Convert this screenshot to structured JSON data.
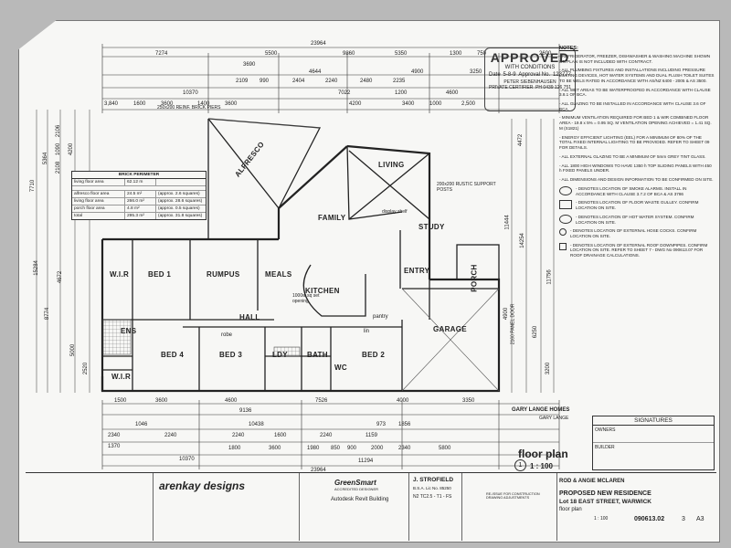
{
  "stamp": {
    "title": "APPROVED",
    "subtitle": "WITH CONDITIONS",
    "date_label": "Date",
    "date_value": "5-8-9",
    "approval_label": "Approval No.",
    "approval_value": "123777",
    "certifier_name": "PETER SIEBENHAUSEN",
    "certifier_role": "PRIVATE CERTIFIER",
    "certifier_no": "PH 0439 126 751"
  },
  "dimensions": {
    "overall_top": "23964",
    "overall_bottom": "23964",
    "top_row": [
      "7274",
      "5500",
      "9860",
      "5350",
      "1300",
      "750",
      "2600"
    ],
    "top_row2": [
      "3690",
      "4644",
      "4900",
      "3250"
    ],
    "top_row3": [
      "2109",
      "990",
      "2404",
      "2240",
      "2480",
      "2235"
    ],
    "top_row4": [
      "10370",
      "7022",
      "1200",
      "4600"
    ],
    "top_row5": [
      "3,840",
      "1600",
      "3600",
      "1400",
      "3600",
      "4200",
      "3400",
      "1000",
      "2,500"
    ],
    "left_col": [
      "7710",
      "5364",
      "2106",
      "1090",
      "2108",
      "4200"
    ],
    "left_col2": [
      "15284",
      "8774",
      "4672",
      "5000",
      "2520"
    ],
    "right_col": [
      "4472",
      "11444",
      "14254",
      "6250",
      "4900",
      "11756",
      "3200"
    ],
    "bottom_row": [
      "1500",
      "3600",
      "4600",
      "7526",
      "4000",
      "3350"
    ],
    "bottom_row2": [
      "9136",
      "10438",
      "973",
      "1856"
    ],
    "bottom_row3": [
      "2340",
      "1046",
      "2240",
      "1370",
      "2240",
      "1600",
      "2240",
      "1159"
    ],
    "bottom_row4": [
      "10370",
      "1800",
      "3600",
      "1980",
      "850",
      "900",
      "2000",
      "2340"
    ],
    "bottom_row5": [
      "11294",
      "5800"
    ]
  },
  "rooms": {
    "alfresco": "ALFRESCO",
    "living": "LIVING",
    "family": "FAMILY",
    "study": "STUDY",
    "entry": "ENTRY",
    "porch": "PORCH",
    "wir1": "W.I.R",
    "bed1": "BED 1",
    "rumpus": "RUMPUS",
    "meals": "MEALS",
    "kitchen": "KITCHEN",
    "hall": "HALL",
    "garage": "GARAGE",
    "ens": "ENS",
    "bed4": "BED 4",
    "bed3": "BED 3",
    "ldy": "LDY",
    "bath": "BATH",
    "wc": "WC",
    "bed2": "BED 2",
    "wir2": "W.I.R",
    "pantry": "pantry",
    "lin": "lin",
    "robe": "robe"
  },
  "plan_notes": {
    "slab": "250x200 REINF. BRICK PIERS",
    "rustic": "200x200 RUSTIC SUPPORT POSTS",
    "shelf": "display shelf",
    "opening": "1000w sq set opening",
    "garage_door": "2160 PANEL DOOR"
  },
  "brick_perimeter": {
    "title": "BRICK PERIMETER",
    "perimeter_label": "living floor area",
    "perimeter_value": "62.12 m",
    "rows": [
      {
        "label": "alfresco floor area",
        "area": "24.5 m²",
        "squares": "(approx. 2.6 squares)"
      },
      {
        "label": "living floor area",
        "area": "266.0 m²",
        "squares": "(approx. 28.6 squares)"
      },
      {
        "label": "porch floor area",
        "area": "4.8 m²",
        "squares": "(approx. 0.5 squares)"
      },
      {
        "label": "total",
        "area": "295.3 m²",
        "squares": "(approx. 31.8 squares)"
      }
    ]
  },
  "notes": {
    "heading": "NOTES:",
    "items": [
      "- REFRIGERATOR, FREEZER, DISHWASHER & WASHING MACHINE SHOWN ON PLAN IS NOT INCLUDED WITH CONTRACT.",
      "- ALL PLUMBING FIXTURES AND INSTALLATIONS INCLUDING PRESSURE LIMITING DEVICES, HOT WATER SYSTEMS AND DUAL FLUSH TOILET SUITES TO BE WELS RATED IN ACCORDANCE WITH AS/NZ 6400 - 2005 & AS 3500.",
      "- ALL WET AREAS TO BE WATERPROOFED IN ACCORDANCE WITH CLAUSE 3.8.1 OF BCA.",
      "- ALL GLAZING TO BE INSTALLED IN ACCORDANCE WITH CLAUSE 3.6 OF BCA.",
      "- MINIMUM VENTILATION REQUIRED FOR BED 1 & WIR COMBINED FLOOR AREA - 19.8 x 5% = 0.95 SQ. M VENTILATION OPENING ACHIEVED = 1.41 SQ. M (S1821)",
      "- ENERGY EFFICIENT LIGHTING (EEL) FOR A MINIMUM OF 80% OF THE TOTAL FIXED INTERNAL LIGHTING TO BE PROVIDED. REFER TO SHEET 09 FOR DETAILS.",
      "- ALL EXTERNAL GLAZING TO BE A MINIMUM OF 5mm GREY TINT GLASS.",
      "- ALL 1800 HIGH WINDOWS TO HAVE 1350 h TOP SLIDING PANELS WITH 450 h FIXED PANELS UNDER.",
      "- ALL DIMENSIONS AND DESIGN INFORMATION TO BE CONFIRMED ON SITE."
    ],
    "legend": [
      "- DENOTES LOCATION OF SMOKE ALARMS. INSTALL IN ACCORDANCE WITH CLAUSE 3.7.2 OF BCA & AS 3786",
      "- DENOTES LOCATION OF FLOOR WASTE GULLEY. CONFIRM LOCATION ON SITE.",
      "- DENOTES LOCATION OF HOT WATER SYSTEM. CONFIRM LOCATION ON SITE.",
      "- DENOTES LOCATION OF EXTERNAL HOSE COCKS. CONFIRM LOCATION ON SITE.",
      "- DENOTES LOCATION OF EXTERNAL ROOF DOWNPIPES. CONFIRM LOCATION ON SITE. REFER TO SHEET 7 - DWG No 090613.07 FOR ROOF DRAINAGE CALCULATIONS."
    ]
  },
  "title_block": {
    "company": "arenkay designs",
    "software": "Autodesk Revit Building",
    "greensmart": "GreenSmart",
    "greensmart_sub": "ACCREDITED DESIGNER",
    "designer": "J. STROFIELD",
    "designer_reg": "B.S.A. Lic No. 85250",
    "designer_codes": "N2 TC2.5 - T1 - FS",
    "revision_note": "RE-ISSUE FOR CONSTRUCTION DRAWING ADJUSTMENTS",
    "client": "ROD & ANGIE MCLAREN",
    "project": "PROPOSED NEW RESIDENCE",
    "address": "Lot 18 EAST STREET, WARWICK",
    "sheet_title": "floor plan",
    "scale": "1 : 100",
    "drawing_no": "090613.02",
    "sheet_no": "3",
    "paper": "A3",
    "builder_logo": "GARY LANGE HOMES",
    "builder_name": "GARY LANGE"
  },
  "plan_title": {
    "number": "1",
    "label": "floor plan",
    "scale": "1 : 100"
  },
  "signatures": {
    "heading": "SIGNATURES",
    "owners": "OWNERS",
    "builder": "BUILDER"
  }
}
